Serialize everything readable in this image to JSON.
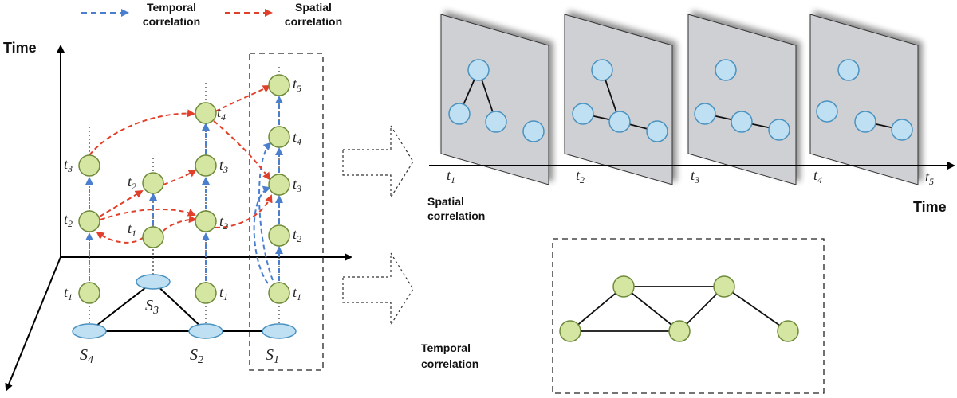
{
  "legend": {
    "temporal_label_line1": "Temporal",
    "temporal_label_line2": "correlation",
    "spatial_label_line1": "Spatial",
    "spatial_label_line2": "correlation",
    "temporal_color": "#4a7fd0",
    "spatial_color": "#e0402a"
  },
  "left_axis": {
    "time_label": "Time"
  },
  "sensors": {
    "s4": "S",
    "s4_sub": "4",
    "s3": "S",
    "s3_sub": "3",
    "s2": "S",
    "s2_sub": "2",
    "s1": "S",
    "s1_sub": "1"
  },
  "time_labels": {
    "t": "t",
    "t1": "1",
    "t2": "2",
    "t3": "3",
    "t4": "4",
    "t5": "5"
  },
  "middle": {
    "spatial_line1": "Spatial",
    "spatial_line2": "correlation",
    "temporal_line1": "Temporal",
    "temporal_line2": "correlation"
  },
  "right_axis": {
    "time_label": "Time"
  },
  "colors": {
    "node_fill": "#d5e6a2",
    "node_stroke": "#6f8a3a",
    "graph_node_fill": "#bfe0f2",
    "graph_node_stroke": "#4a92c0",
    "plane_fill": "#cfd0d4",
    "sensor_fill": "#bfe0f2"
  }
}
